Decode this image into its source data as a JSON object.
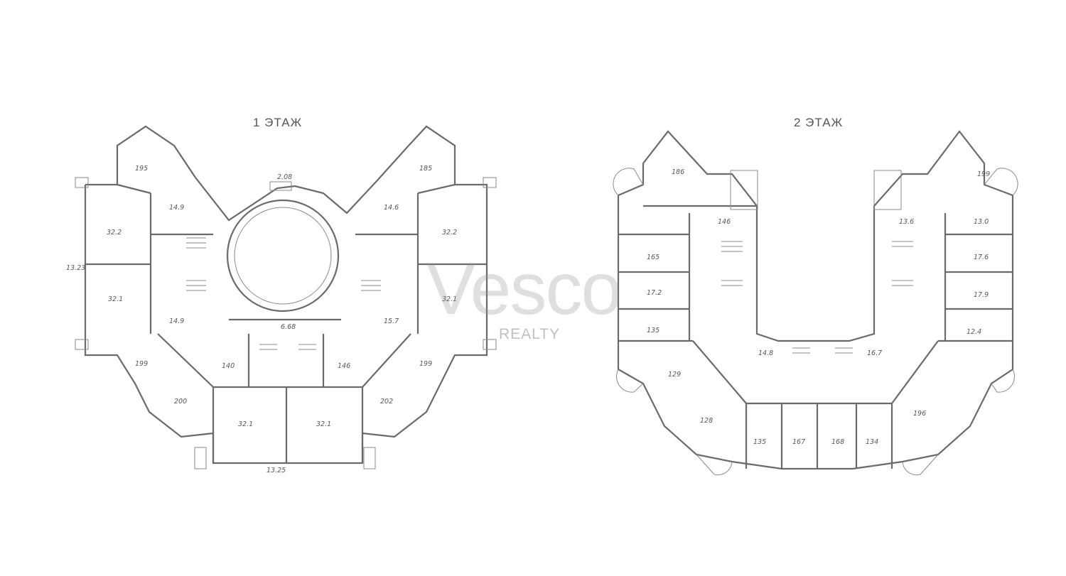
{
  "floors": [
    {
      "title": "1 ЭТАЖ"
    },
    {
      "title": "2 ЭТАЖ"
    }
  ],
  "watermark": {
    "brand": "Vesco",
    "tagline": "REALTY"
  },
  "floor1_labels": [
    "195",
    "14.9",
    "32.2",
    "32.1",
    "14.9",
    "199",
    "200",
    "32.1",
    "32.1",
    "140",
    "146",
    "15.7",
    "199",
    "202",
    "32.1",
    "32.2",
    "14.6",
    "185",
    "13.25",
    "6.68",
    "13.23",
    "2.08"
  ],
  "floor2_labels": [
    "186",
    "146",
    "165",
    "17.2",
    "135",
    "129",
    "128",
    "135",
    "167",
    "168",
    "134",
    "196",
    "12.4",
    "17.9",
    "17.6",
    "13.0",
    "199",
    "13.6",
    "14.8",
    "16.7"
  ]
}
